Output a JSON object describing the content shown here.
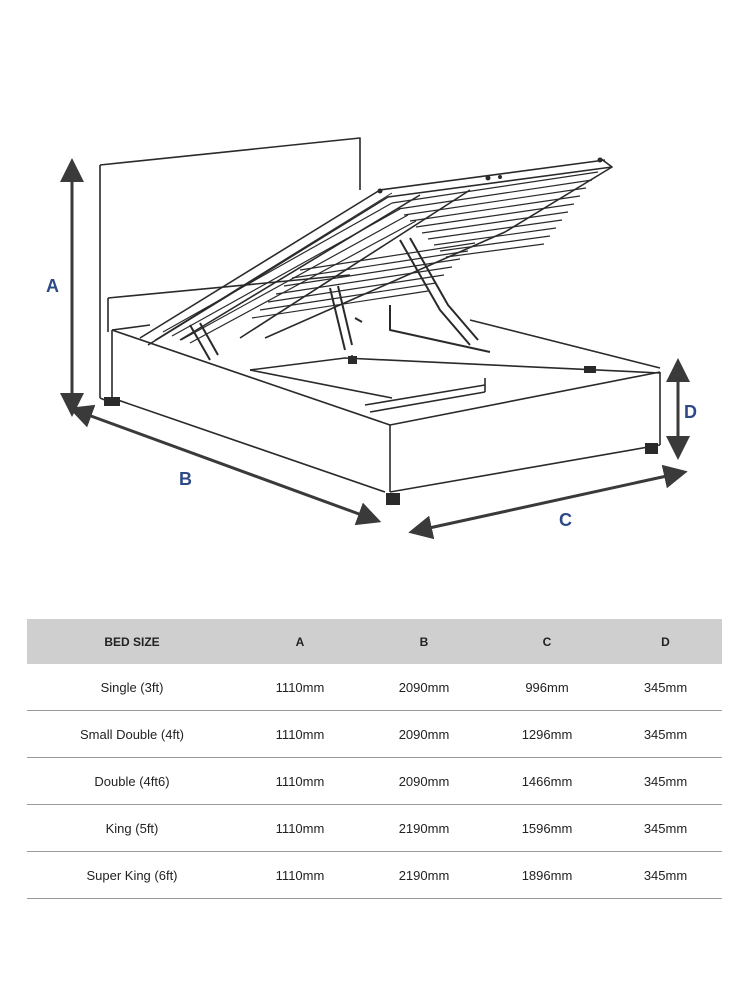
{
  "dimension_labels": {
    "a": "A",
    "b": "B",
    "c": "C",
    "d": "D"
  },
  "colors": {
    "accent": "#2e4a86",
    "line": "#2a2a2a",
    "header_bg": "#cfcfcf",
    "divider": "#9a9a9a"
  },
  "table": {
    "headers": [
      "BED SIZE",
      "A",
      "B",
      "C",
      "D"
    ],
    "rows": [
      [
        "Single (3ft)",
        "1110mm",
        "2090mm",
        "996mm",
        "345mm"
      ],
      [
        "Small Double (4ft)",
        "1110mm",
        "2090mm",
        "1296mm",
        "345mm"
      ],
      [
        "Double (4ft6)",
        "1110mm",
        "2090mm",
        "1466mm",
        "345mm"
      ],
      [
        "King (5ft)",
        "1110mm",
        "2190mm",
        "1596mm",
        "345mm"
      ],
      [
        "Super King (6ft)",
        "1110mm",
        "2190mm",
        "1896mm",
        "345mm"
      ]
    ]
  }
}
